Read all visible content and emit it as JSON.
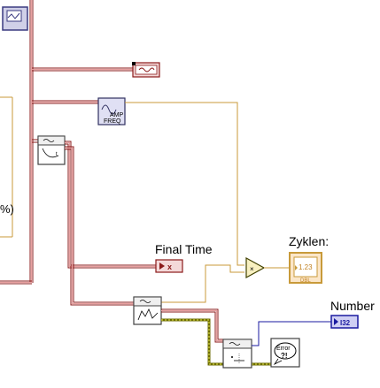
{
  "diagram": {
    "labels": {
      "final_time": "Final Time",
      "zyklen": "Zyklen:",
      "number": "Number",
      "percent_fragment": "%)"
    },
    "terminals": {
      "numeric_indicator_text": "1.23",
      "numeric_indicator_type": "DBL",
      "number_indicator_text": "I32",
      "amp_freq_line1": "AMP",
      "amp_freq_line2": "FREQ",
      "error_text": "Error"
    },
    "icons": [
      "waveform-terminal-icon",
      "amp-freq-vi-icon",
      "waveform-attribute-icon",
      "multiply-node-icon",
      "waveform-graph-vi-icon",
      "waveform-index-vi-icon",
      "error-handler-icon",
      "final-time-terminal-icon",
      "zyklen-indicator-icon",
      "number-indicator-icon"
    ],
    "colors": {
      "waveform_wire_outer": "#8b1a1a",
      "waveform_wire_inner": "#e8a0a0",
      "numeric_wire": "#c89a3a",
      "int_wire": "#1a1aa0",
      "error_wire": "#6b6b00",
      "error_wire_inner": "#e8e84a"
    }
  }
}
